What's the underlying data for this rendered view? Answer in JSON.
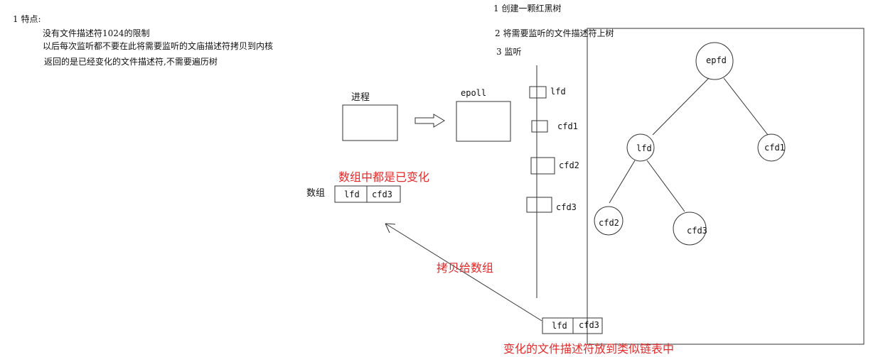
{
  "notes": {
    "feature_heading": "1 特点:",
    "feature_1": "没有文件描述符1024的限制",
    "feature_2": "以后每次监听都不要在此将需要监听的文庙描述符拷贝到内核",
    "feature_3": "返回的是已经变化的文件描述符,不需要遍历树"
  },
  "steps": {
    "step_1": "1 创建一颗红黑树",
    "step_2": "2 将需要监听的文件描述符上树",
    "step_3": "3 监听"
  },
  "boxes": {
    "process": "进程",
    "epoll": "epoll"
  },
  "array": {
    "label": "数组",
    "cells": [
      "lfd",
      "cfd3"
    ]
  },
  "list_nodes": [
    "lfd",
    "cfd1",
    "cfd2",
    "cfd3"
  ],
  "ready_list": [
    "lfd",
    "cfd3"
  ],
  "tree_nodes": {
    "root": "epfd",
    "left": "lfd",
    "right": "cfd1",
    "left_left": "cfd2",
    "left_right": "cfd3"
  },
  "annotations": {
    "array_all_changed": "数组中都是已变化",
    "copy_to_array": "拷贝给数组",
    "changed_into_list": "变化的文件描述符放到类似链表中"
  },
  "colors": {
    "annotation": "#e32a2a",
    "line": "#333333"
  }
}
